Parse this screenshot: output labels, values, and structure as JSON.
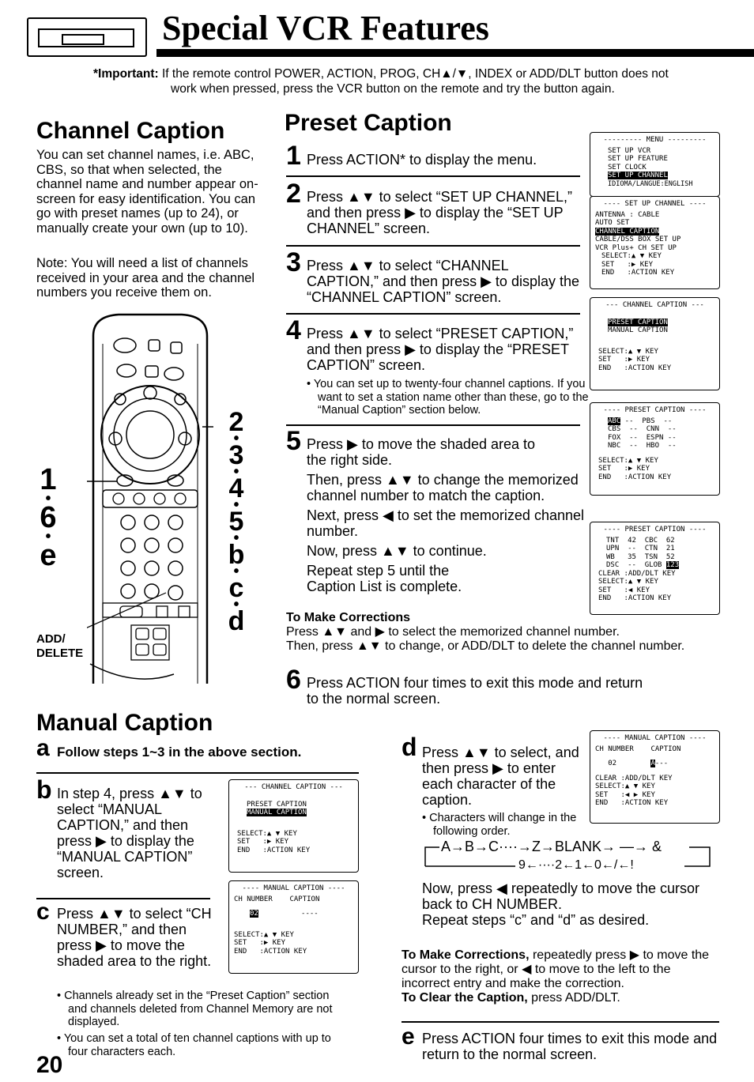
{
  "header": {
    "title": "Special VCR Features",
    "important_label": "*Important:",
    "important_line1": "If the remote control POWER, ACTION, PROG, CH▲/▼, INDEX or ADD/DLT button does not",
    "important_line2": "work when pressed, press the VCR button on the remote and try the button again."
  },
  "channel_caption": {
    "heading": "Channel Caption",
    "intro": "You can set channel names, i.e. ABC, CBS, so that when selected, the channel name and number appear on-screen for easy identification. You can go with preset names (up to 24), or manually create your own (up to 10).",
    "note": "Note: You will need a list of channels received in your area and the channel numbers you receive them on."
  },
  "remote": {
    "left_nums": [
      "1",
      "6",
      "e"
    ],
    "right_nums": [
      "2",
      "3",
      "4",
      "5",
      "b",
      "c",
      "d"
    ],
    "add_delete_label": "ADD/ DELETE"
  },
  "preset_caption": {
    "heading": "Preset Caption",
    "steps": [
      {
        "num": "1",
        "text": "Press ACTION* to display the menu."
      },
      {
        "num": "2",
        "text": "Press ▲▼ to select “SET UP CHANNEL,” and then press ▶ to display the “SET UP CHANNEL” screen."
      },
      {
        "num": "3",
        "text": "Press ▲▼ to select “CHANNEL CAPTION,” and then press ▶ to display the “CHANNEL CAPTION” screen."
      },
      {
        "num": "4",
        "text": "Press ▲▼ to select “PRESET CAPTION,” and then press ▶ to display the “PRESET CAPTION” screen."
      },
      {
        "num": "5",
        "text": "Press ▶ to move the shaded area to the right side."
      },
      {
        "num": "6",
        "text": "Press ACTION four times to exit this mode and return to the normal screen."
      }
    ],
    "step4_bullet": "You can set up to twenty-four channel captions. If you want to set a station name other than these, go to the “Manual Caption” section below.",
    "step5_then": "Then, press ▲▼ to change the memorized channel number to match the caption.",
    "step5_next": "Next, press ◀ to set the memorized channel number.",
    "step5_now": "Now, press ▲▼ to continue.",
    "step5_repeat": "Repeat step 5 until the Caption List is complete.",
    "corrections_title": "To Make Corrections",
    "corrections_line1": "Press ▲▼ and ▶ to select the memorized channel number.",
    "corrections_line2": "Then, press ▲▼ to change, or ADD/DLT to delete the channel number."
  },
  "screens": {
    "menu": {
      "title": "--------- MENU ---------",
      "rows": [
        "SET UP VCR",
        "SET UP FEATURE",
        "SET CLOCK"
      ],
      "hl": "SET UP CHANNEL",
      "last": "IDIOMA/LANGUE:ENGLISH"
    },
    "setup_channel": {
      "title": "---- SET UP CHANNEL ----",
      "rows1": [
        "ANTENNA : CABLE",
        "AUTO SET"
      ],
      "hl": "CHANNEL CAPTION",
      "rows2": [
        "CABLE/DSS BOX SET UP",
        "VCR Plus+ CH SET UP",
        "SELECT:▲ ▼ KEY",
        "SET   :▶ KEY",
        "END   :ACTION KEY"
      ]
    },
    "channel_caption": {
      "title": "--- CHANNEL CAPTION ---",
      "hl": "PRESET CAPTION",
      "row": "MANUAL CAPTION",
      "foot": [
        "SELECT:▲ ▼ KEY",
        "SET   :▶ KEY",
        "END   :ACTION KEY"
      ]
    },
    "preset1": {
      "title": "---- PRESET CAPTION ----",
      "hl": "ABC",
      "first_rest": " --  PBS  --",
      "rows": [
        "CBS  --  CNN  --",
        "FOX  --  ESPN --",
        "NBC  --  HBO  --"
      ],
      "foot": [
        "SELECT:▲ ▼ KEY",
        "SET   :▶ KEY",
        "END   :ACTION KEY"
      ]
    },
    "preset2": {
      "title": "---- PRESET CAPTION ----",
      "rows": [
        "TNT  42  CBC  62",
        "UPN  --  CTN  21",
        "WB   35  TSN  52"
      ],
      "last_pre": "DSC  --  GLOB ",
      "hl": "123",
      "foot": [
        "CLEAR :ADD/DLT KEY",
        "SELECT:▲ ▼ KEY",
        "SET   :◀ KEY",
        "END   :ACTION KEY"
      ]
    },
    "b_channel_caption": {
      "title": "--- CHANNEL CAPTION ---",
      "row": "PRESET CAPTION",
      "hl": "MANUAL CAPTION",
      "foot": [
        "SELECT:▲ ▼ KEY",
        "SET   :▶ KEY",
        "END   :ACTION KEY"
      ]
    },
    "c_manual": {
      "title": "---- MANUAL CAPTION ----",
      "cols": "CH NUMBER    CAPTION",
      "hl": "02",
      "rest": "          ----",
      "foot": [
        "SELECT:▲ ▼ KEY",
        "SET   :▶ KEY",
        "END   :ACTION KEY"
      ]
    },
    "d_manual": {
      "title": "---- MANUAL CAPTION ----",
      "cols": "CH NUMBER    CAPTION",
      "pre": "   02        ",
      "hl": "A",
      "rest": "---",
      "foot": [
        "CLEAR :ADD/DLT KEY",
        "SELECT:▲ ▼ KEY",
        "SET   :◀ ▶ KEY",
        "END   :ACTION KEY"
      ]
    }
  },
  "manual_caption": {
    "heading": "Manual Caption",
    "a_letter": "a",
    "a_text": "Follow steps 1~3 in the above section.",
    "b_letter": "b",
    "b_text": "In step 4, press ▲▼ to select “MANUAL CAPTION,” and then press ▶ to display the “MANUAL CAPTION” screen.",
    "c_letter": "c",
    "c_text": "Press ▲▼ to select “CH NUMBER,” and then press ▶ to move the shaded area to the right.",
    "c_bullet1": "Channels already set in the “Preset Caption” section and channels deleted from Channel Memory are not displayed.",
    "c_bullet2": "You can set a total of ten channel captions with up to four characters each.",
    "d_letter": "d",
    "d_text": "Press ▲▼ to select, and then press ▶ to enter each character of the caption.",
    "d_bullet": "Characters will change in the following order.",
    "order_line1": "A→B→C····→Z→BLANK→ —→ &",
    "order_line2": "9←····2←1←0←/←!",
    "d_now": "Now, press ◀ repeatedly to move the cursor back to CH NUMBER.",
    "d_repeat": "Repeat steps “c” and “d” as desired.",
    "corr_title": "To Make Corrections,",
    "corr_text": "repeatedly press ▶ to move the cursor to the right, or ◀ to move to the left to the incorrect entry and make the correction.",
    "clear_title": "To Clear the Caption,",
    "clear_text": "press ADD/DLT.",
    "e_letter": "e",
    "e_text": "Press ACTION four times to exit this mode and return to the normal screen."
  },
  "page_number": "20"
}
